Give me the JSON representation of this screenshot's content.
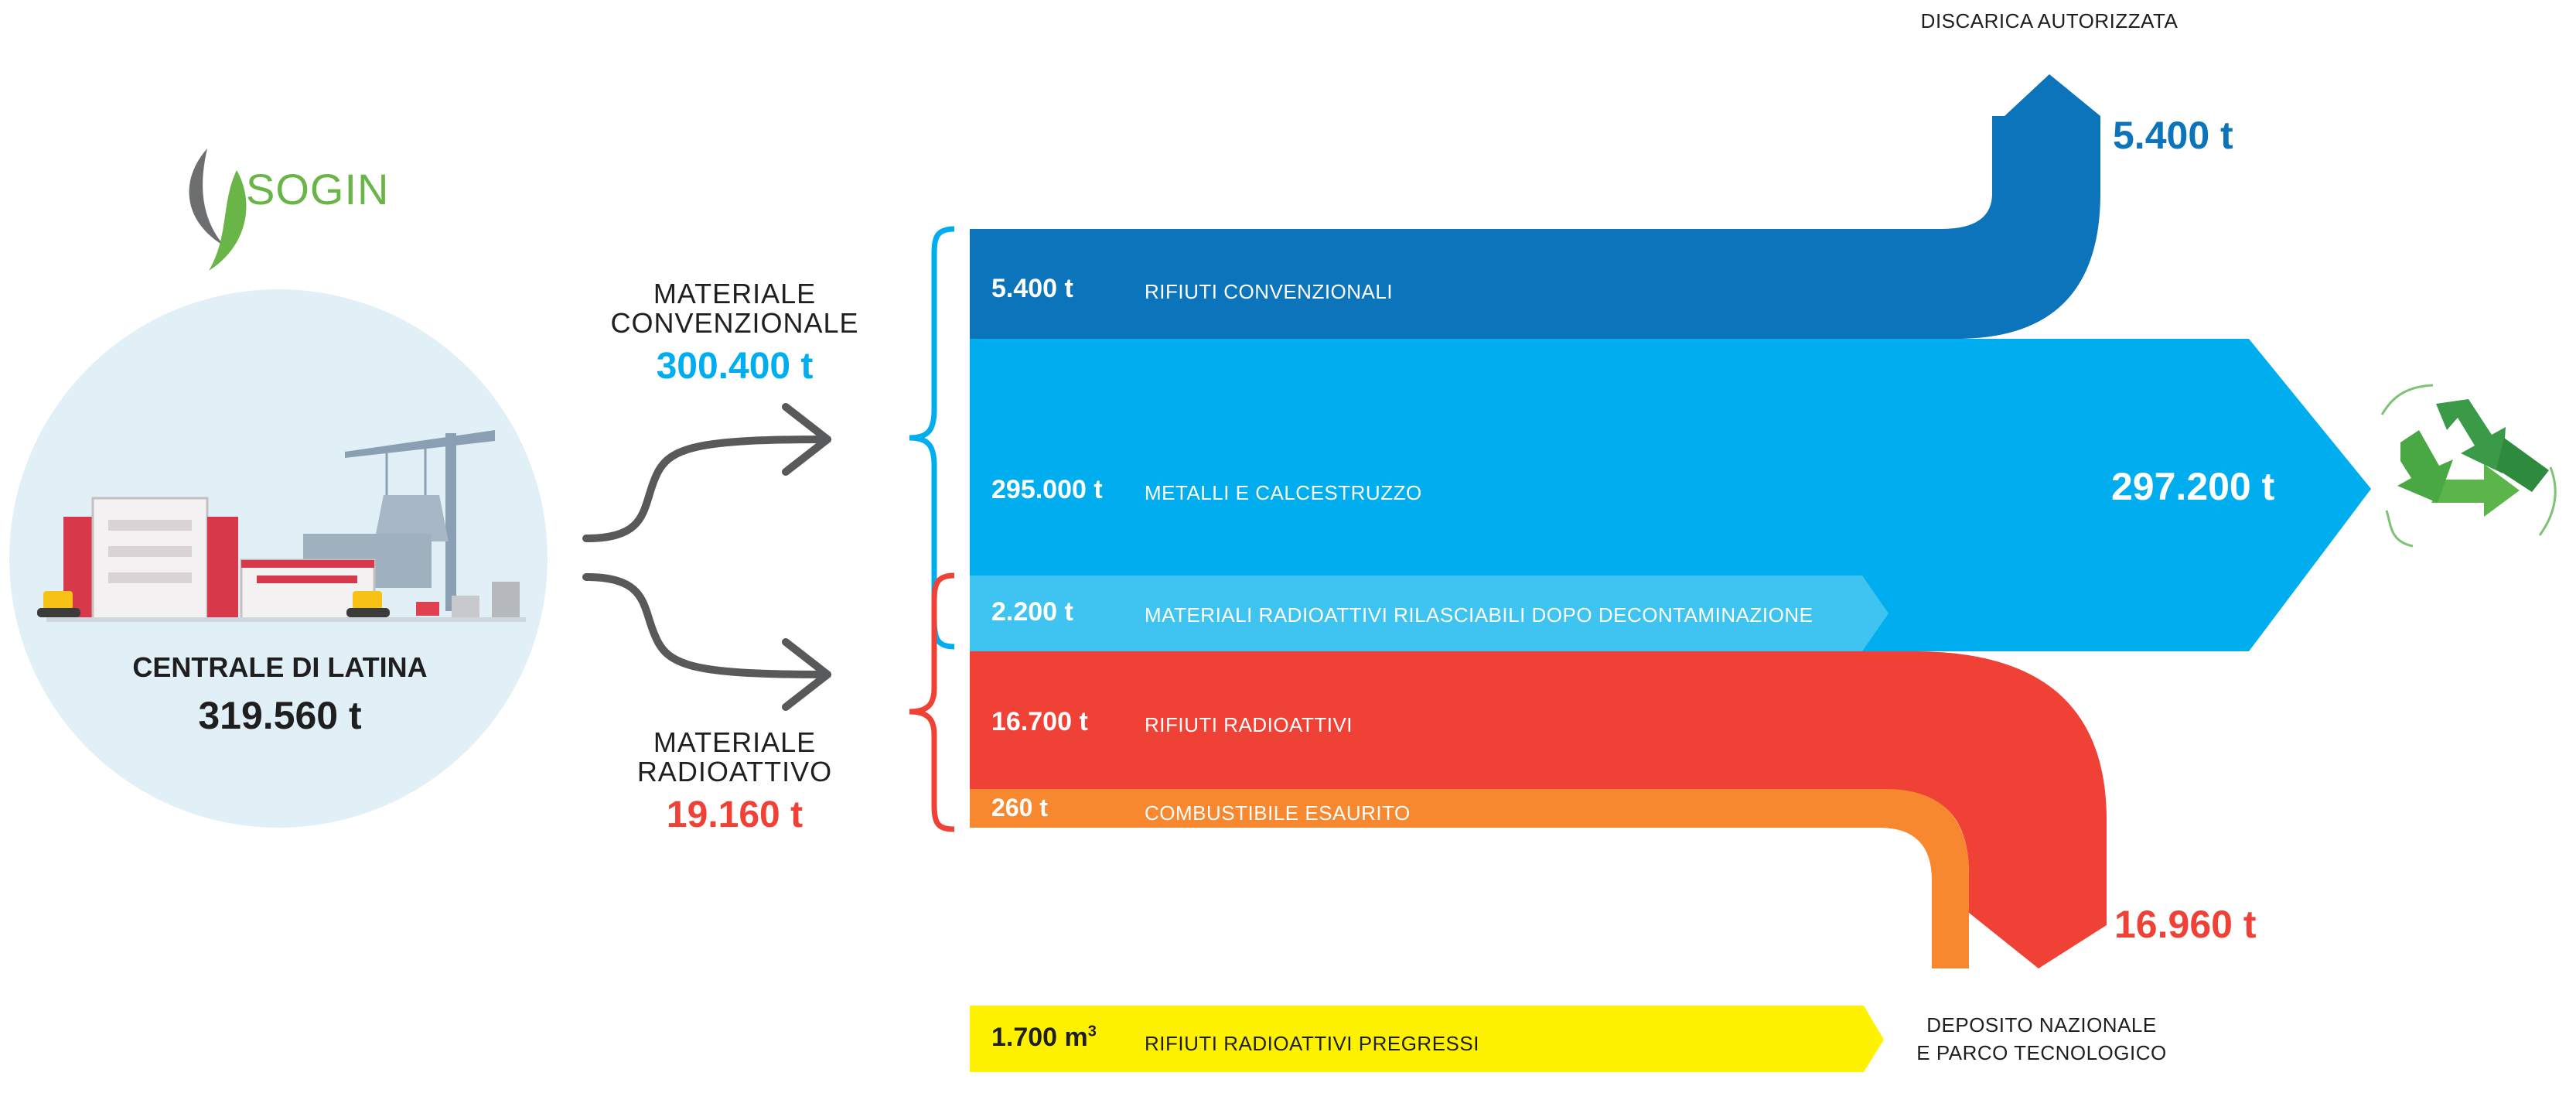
{
  "brand": {
    "name": "SOGIN"
  },
  "plant": {
    "name": "CENTRALE DI LATINA",
    "total": "319.560 t"
  },
  "conventional": {
    "line1": "MATERIALE",
    "line2": "CONVENZIONALE",
    "amount": "300.400 t"
  },
  "radioactive": {
    "line1": "MATERIALE",
    "line2": "RADIOATTIVO",
    "amount": "19.160 t"
  },
  "flows": [
    {
      "value": "5.400 t",
      "label": "RIFIUTI CONVENZIONALI",
      "color": "#0c74bb"
    },
    {
      "value": "295.000 t",
      "label": "METALLI E CALCESTRUZZO",
      "color": "#00aeef"
    },
    {
      "value": "2.200 t",
      "label": "MATERIALI RADIOATTIVI RILASCIABILI DOPO DECONTAMINAZIONE",
      "color": "#3fc4f1"
    },
    {
      "value": "16.700 t",
      "label": "RIFIUTI RADIOATTIVI",
      "color": "#ef4136"
    },
    {
      "value": "260 t",
      "label": "COMBUSTIBILE ESAURITO",
      "color": "#f7882f"
    },
    {
      "value": "1.700 m",
      "value_sup": "3",
      "label": "RIFIUTI RADIOATTIVI PREGRESSI",
      "color": "#fff200"
    }
  ],
  "destinations": {
    "landfill": {
      "label": "DISCARICA AUTORIZZATA",
      "amount": "5.400 t",
      "color": "#0c74bb"
    },
    "recycling": {
      "amount": "297.200 t",
      "icon": "recycle-icon"
    },
    "deposit": {
      "line1": "DEPOSITO NAZIONALE",
      "line2": "E PARCO TECNOLOGICO",
      "amount": "16.960 t",
      "color": "#ef4136"
    }
  },
  "colors": {
    "accent_blue": "#00aeef",
    "accent_red": "#ef4136",
    "recycle_green": "#3a9a47",
    "circle_bg": "#e1f0f6",
    "logo_green": "#6ab547"
  }
}
